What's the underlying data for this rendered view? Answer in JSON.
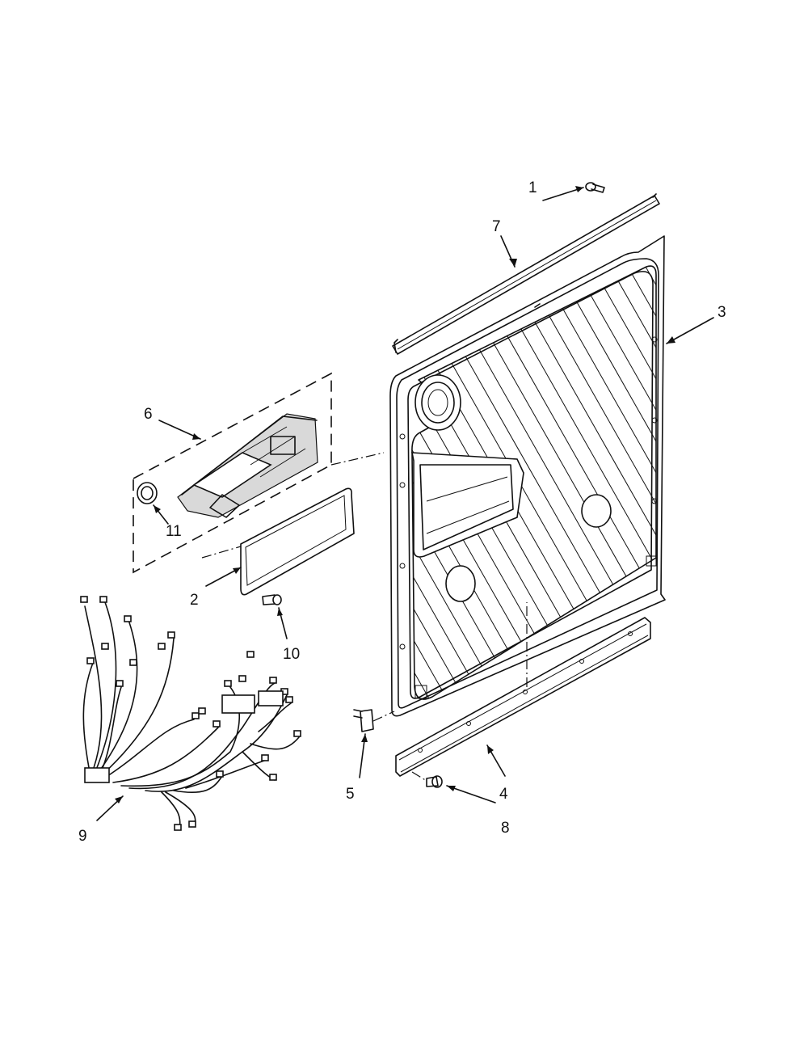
{
  "callouts": [
    {
      "id": "1",
      "text": "1"
    },
    {
      "id": "2",
      "text": "2"
    },
    {
      "id": "3",
      "text": "3"
    },
    {
      "id": "4",
      "text": "4"
    },
    {
      "id": "5",
      "text": "5"
    },
    {
      "id": "6",
      "text": "6"
    },
    {
      "id": "7",
      "text": "7"
    },
    {
      "id": "8",
      "text": "8"
    },
    {
      "id": "9",
      "text": "9"
    },
    {
      "id": "10",
      "text": "10"
    },
    {
      "id": "11",
      "text": "11"
    }
  ],
  "colors": {
    "line": "#111111",
    "background": "#ffffff",
    "shade": "#d9d9d9"
  }
}
